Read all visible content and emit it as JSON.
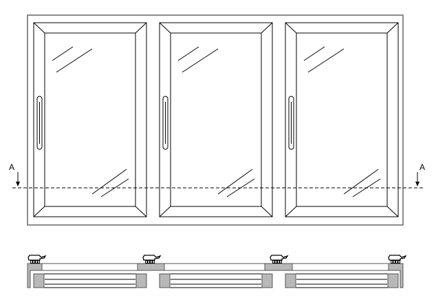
{
  "drawing": {
    "section_label_left": "A",
    "section_label_right": "A",
    "panel_count": 3
  },
  "colors": {
    "line": "#000000",
    "frame": "#666666",
    "fill_gray": "#b8b8b8"
  }
}
